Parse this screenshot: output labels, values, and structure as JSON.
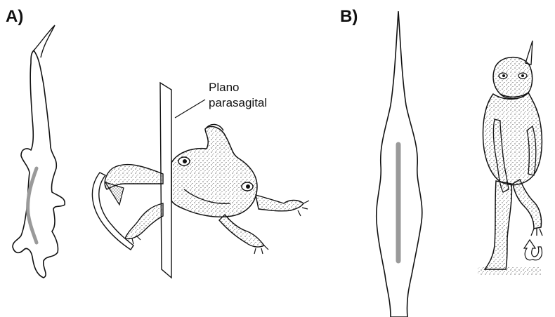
{
  "panels": {
    "a_label": "A)",
    "b_label": "B)"
  },
  "annotations": {
    "plane_line1": "Plano",
    "plane_line2": "parasagital"
  },
  "colors": {
    "ink": "#111111",
    "spine_gray": "#9a9a9a",
    "background": "#ffffff"
  }
}
